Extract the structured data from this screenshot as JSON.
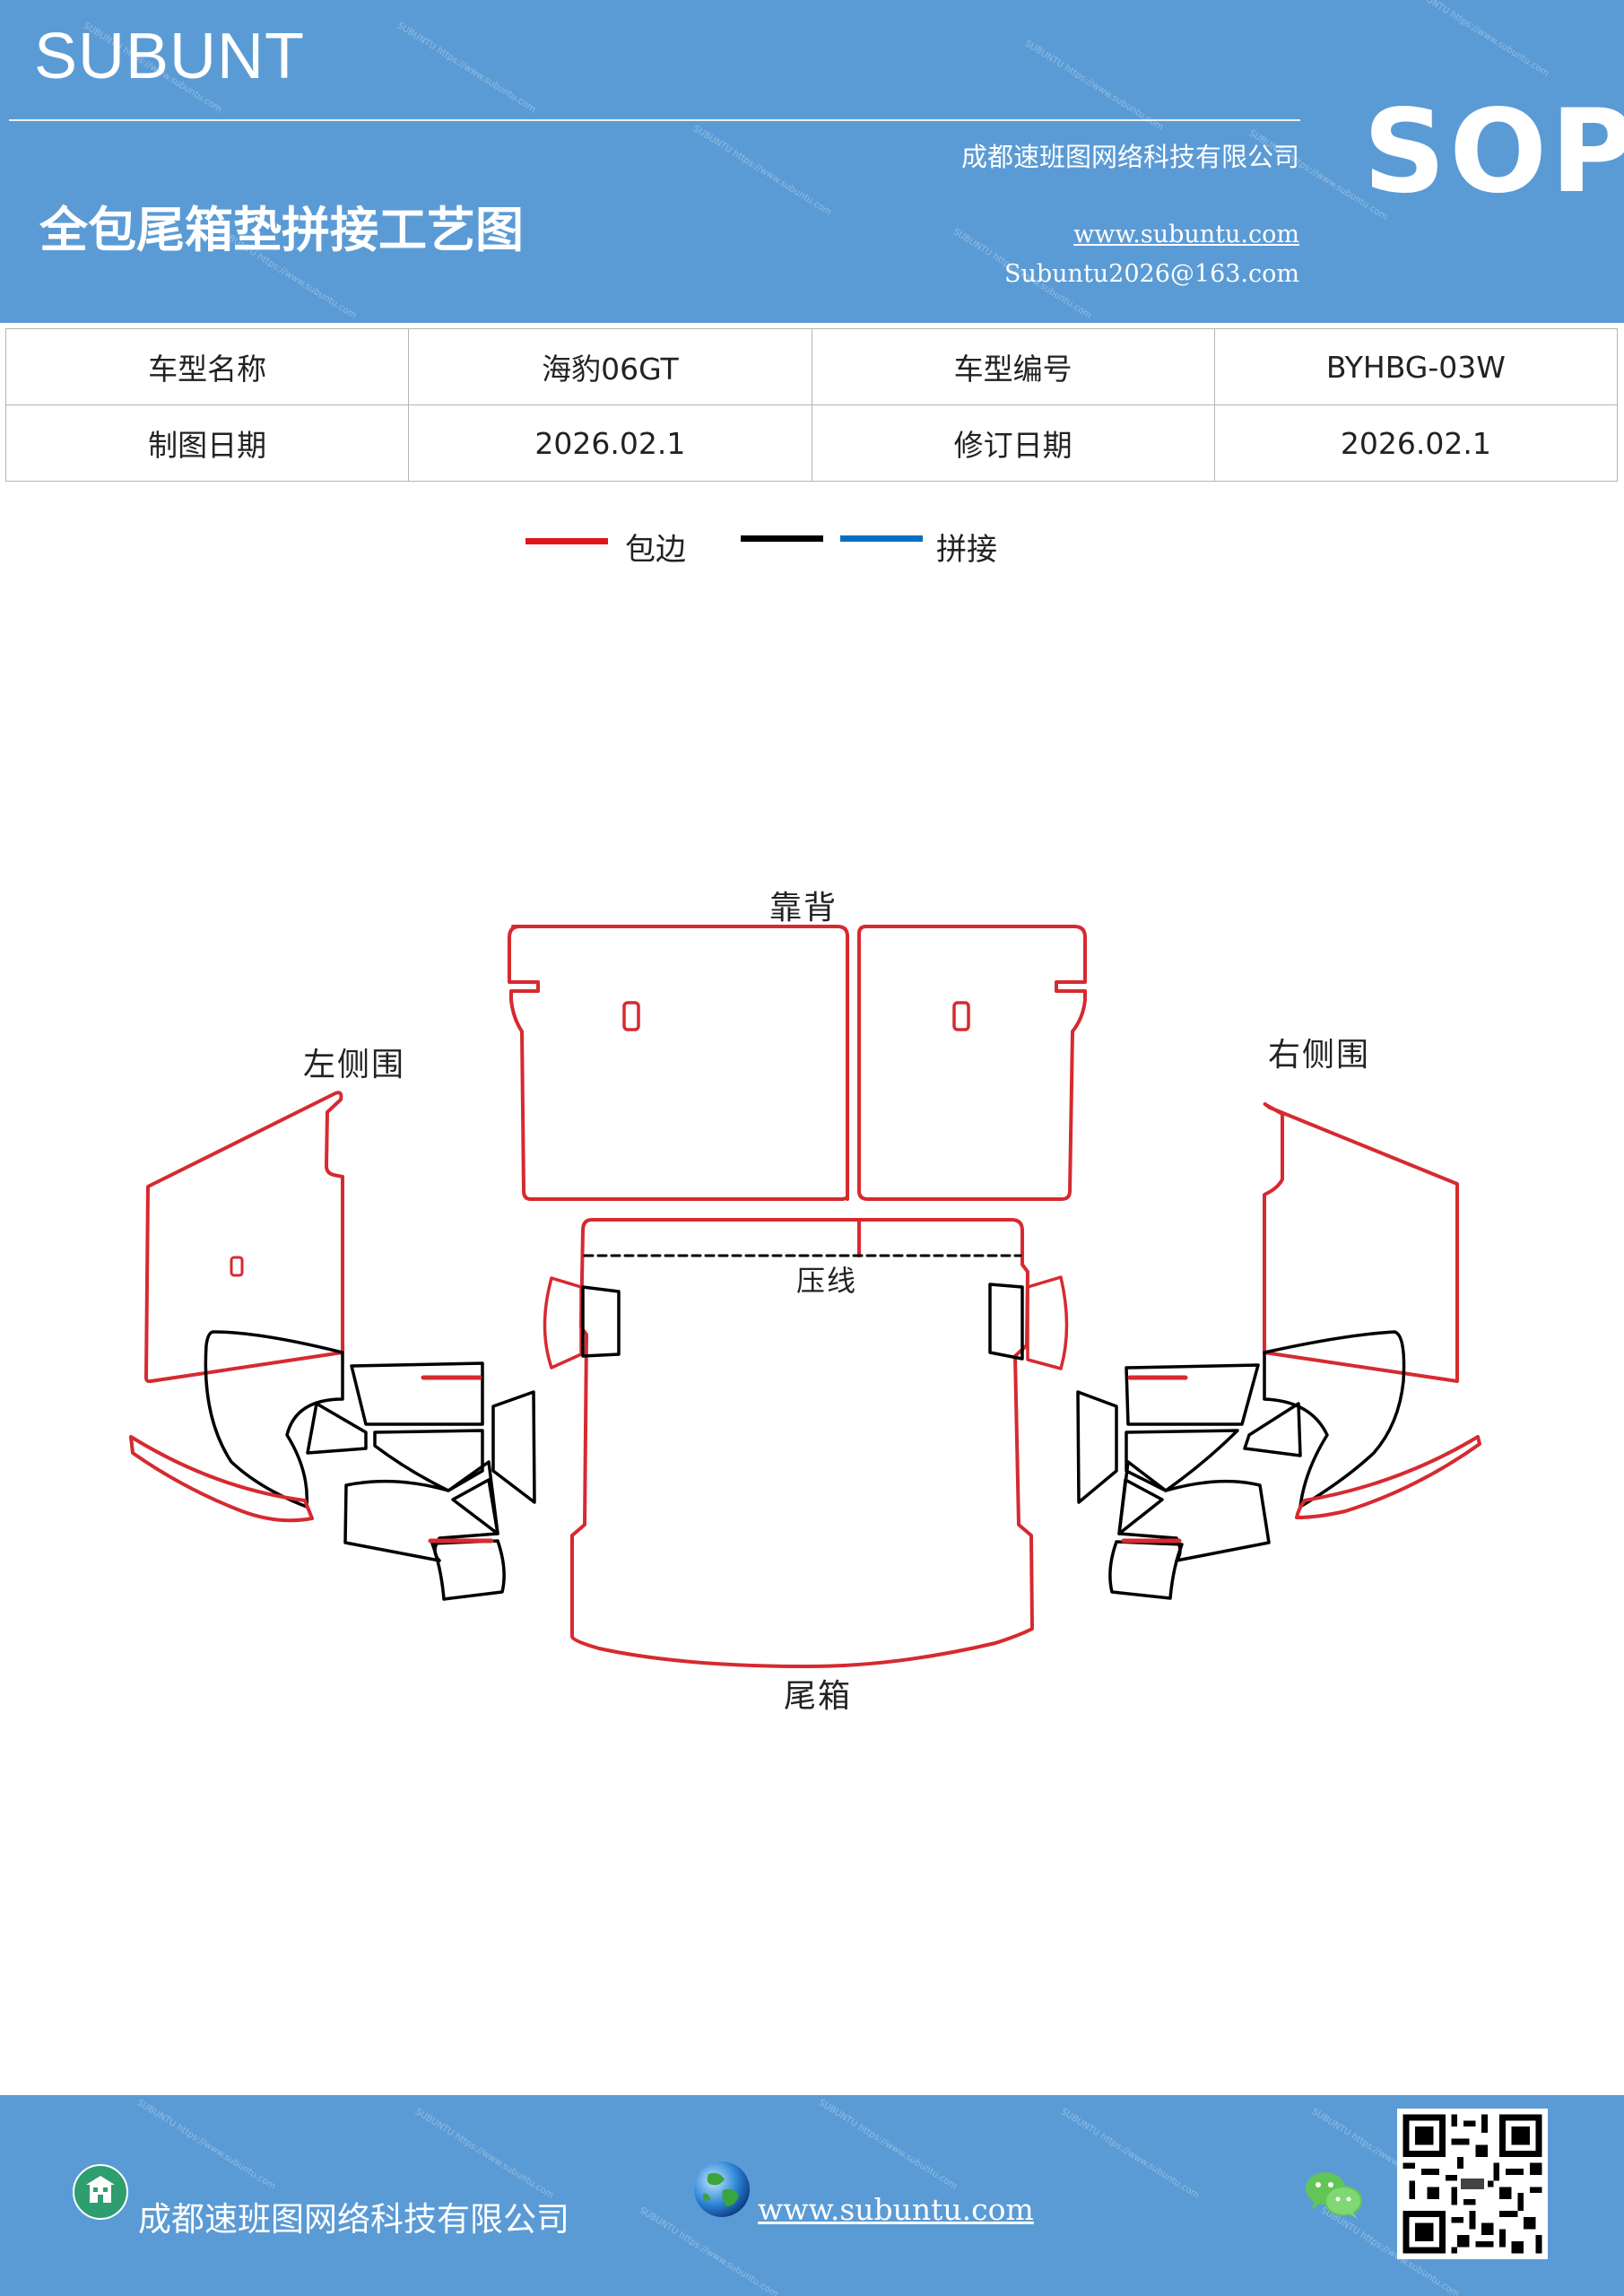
{
  "header": {
    "brand": "SUBUNT",
    "title": "全包尾箱垫拼接工艺图",
    "company": "成都速班图网络科技有限公司",
    "website": "www.subuntu.com",
    "email": "Subuntu2026@163.com",
    "badge": "SOP"
  },
  "info": {
    "model_name_label": "车型名称",
    "model_name_value": "海豹06GT",
    "model_code_label": "车型编号",
    "model_code_value": "BYHBG-03W",
    "draw_date_label": "制图日期",
    "draw_date_value": "2026.02.1",
    "revise_date_label": "修订日期",
    "revise_date_value": "2026.02.1"
  },
  "legend": {
    "edge_label": "包边",
    "splice_label": "拼接",
    "colors": {
      "edge": "#e3151b",
      "black": "#000000",
      "splice": "#0070c0"
    }
  },
  "diagram": {
    "back_label": "靠背",
    "left_label": "左侧围",
    "right_label": "右侧围",
    "crease_label": "压线",
    "trunk_label": "尾箱"
  },
  "footer": {
    "company": "成都速班图网络科技有限公司",
    "website": "www.subuntu.com",
    "icons": [
      "building-icon",
      "globe-icon",
      "wechat-icon",
      "qr-code"
    ]
  }
}
